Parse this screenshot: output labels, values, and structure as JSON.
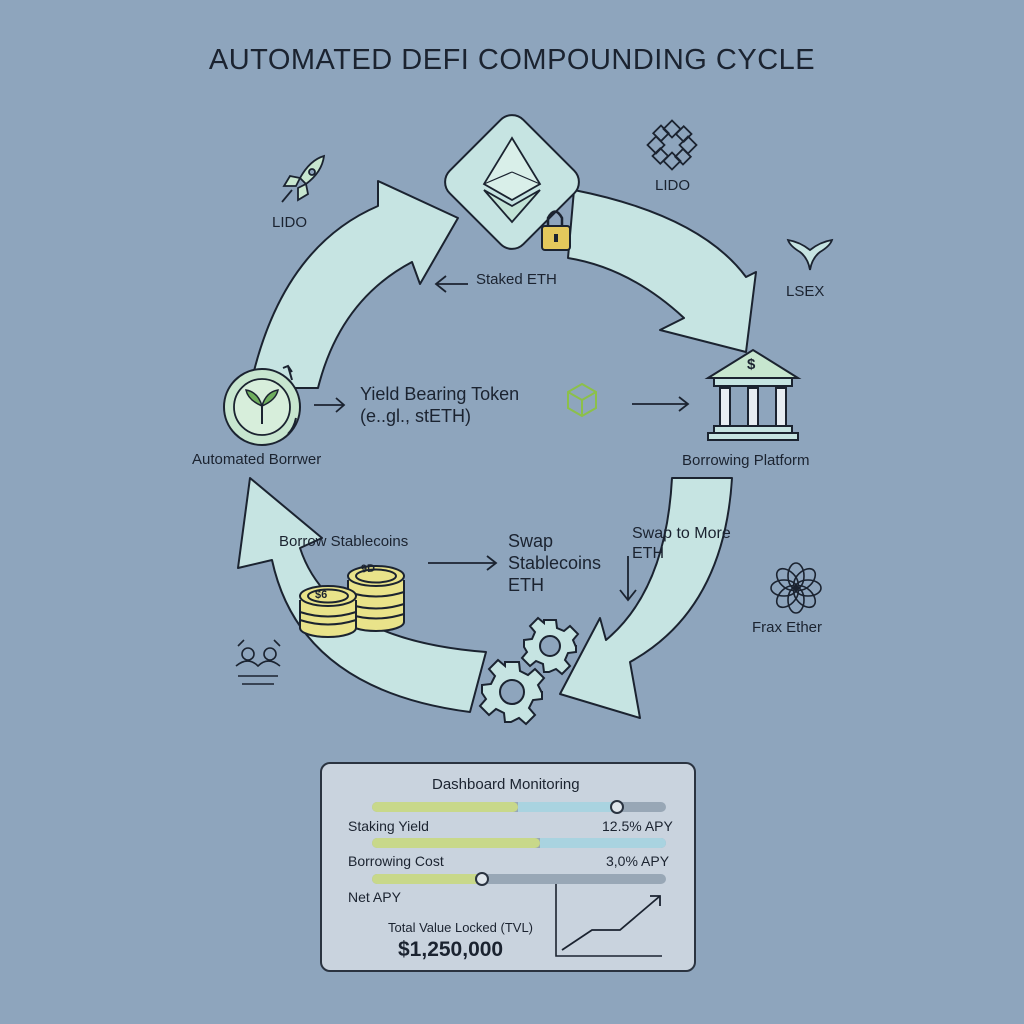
{
  "title": "AUTOMATED DEFI COMPOUNDING CYCLE",
  "labels": {
    "lido_left": "LIDO",
    "lido_right": "LIDO",
    "lsex": "LSEX",
    "staked_eth": "Staked ETH",
    "yield_token_line1": "Yield Bearing Token",
    "yield_token_line2": "(e..gl., stETH)",
    "automated_borrower": "Automated Borrwer",
    "borrowing_platform": "Borrowing Platform",
    "borrow_stablecoins": "Borrow Stablecoins",
    "swap_stablecoins": "Swap Stablecoins ETH",
    "swap_more_eth": "Swap to More ETH",
    "frax_ether": "Frax Ether",
    "coin_front": "$6",
    "coin_back": "9D",
    "bank_symbol": "$"
  },
  "dashboard": {
    "title": "Dashboard Monitoring",
    "metrics": [
      {
        "label": "Staking Yield",
        "value": "12.5% APY",
        "level": 0.83
      },
      {
        "label": "Borrowing Cost",
        "value": "3,0% APY",
        "level": 0.57
      },
      {
        "label": "Net APY",
        "value": "",
        "level": 0.37
      }
    ],
    "tvl_label": "Total Value Locked (TVL)",
    "tvl_value": "$1,250,000"
  },
  "colors": {
    "background": "#8ea5bd",
    "arrow_fill": "#c6e4e2",
    "icon_green": "#c7e6cf",
    "coin_yellow": "#e9e38a",
    "bar_green": "#c8d88a",
    "bar_blue": "#a9d3e0"
  },
  "icons": [
    "ethereum-icon",
    "lock-icon",
    "rocket-icon",
    "flower-icon",
    "whale-tail-icon",
    "bank-icon",
    "sprout-cycle-icon",
    "cube-icon",
    "coins-icon",
    "gear-icon",
    "flower-outline-icon",
    "puzzle-icon",
    "trend-chart-icon"
  ]
}
